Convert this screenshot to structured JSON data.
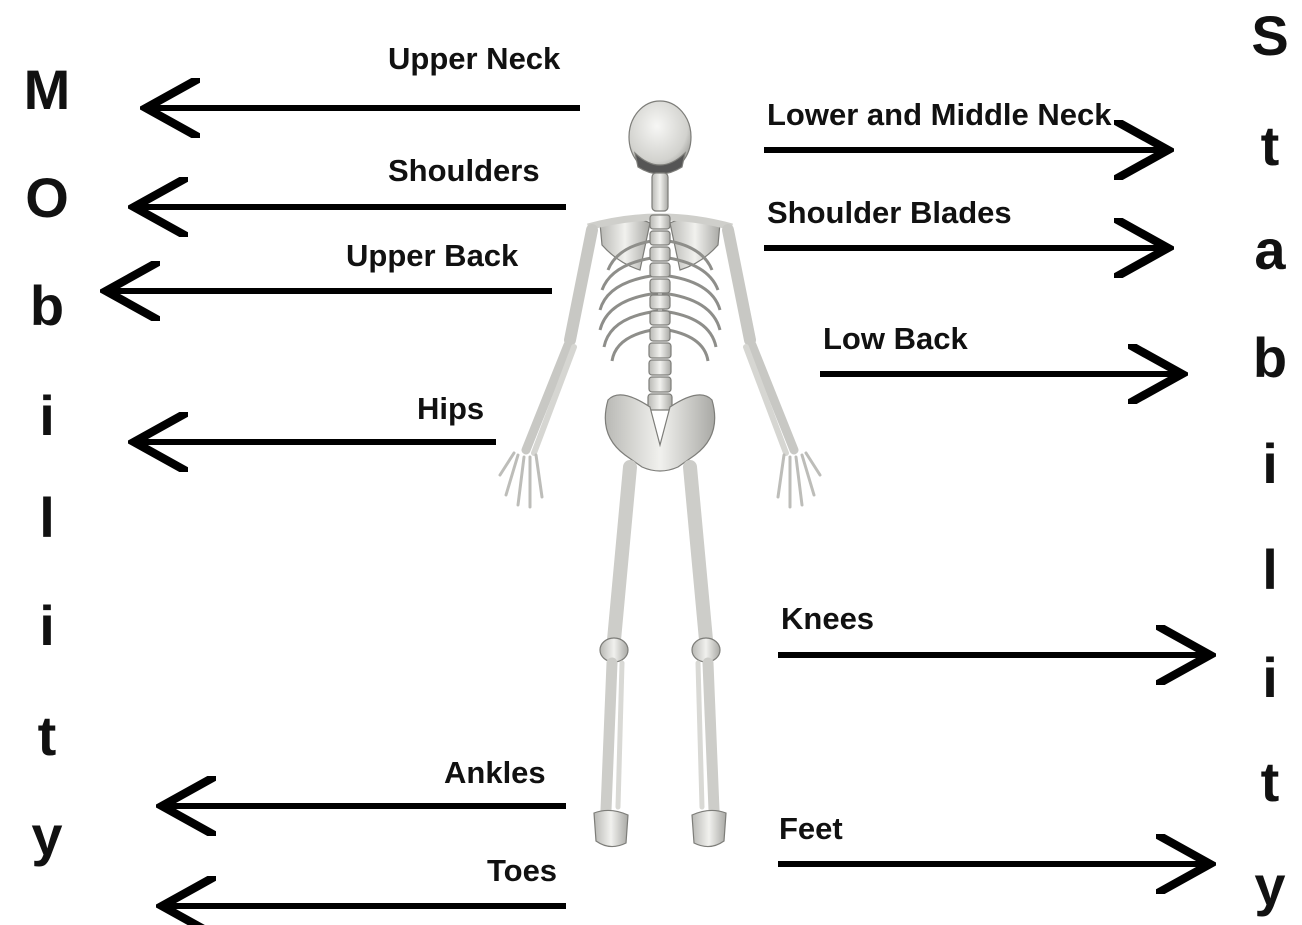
{
  "left_word": {
    "letters": [
      "M",
      "O",
      "b",
      "i",
      "l",
      "i",
      "t",
      "y"
    ]
  },
  "right_word": {
    "letters": [
      "S",
      "t",
      "a",
      "b",
      "i",
      "l",
      "i",
      "t",
      "y"
    ]
  },
  "left_labels": {
    "upper_neck": "Upper Neck",
    "shoulders": "Shoulders",
    "upper_back": "Upper Back",
    "hips": "Hips",
    "ankles": "Ankles",
    "toes": "Toes"
  },
  "right_labels": {
    "lower_middle_neck": "Lower and Middle Neck",
    "shoulder_blades": "Shoulder Blades",
    "low_back": "Low Back",
    "knees": "Knees",
    "feet": "Feet"
  },
  "colors": {
    "text": "#111111",
    "arrow": "#000000",
    "bone": "#e9e9e6",
    "bone_shadow": "#9a9a96"
  }
}
